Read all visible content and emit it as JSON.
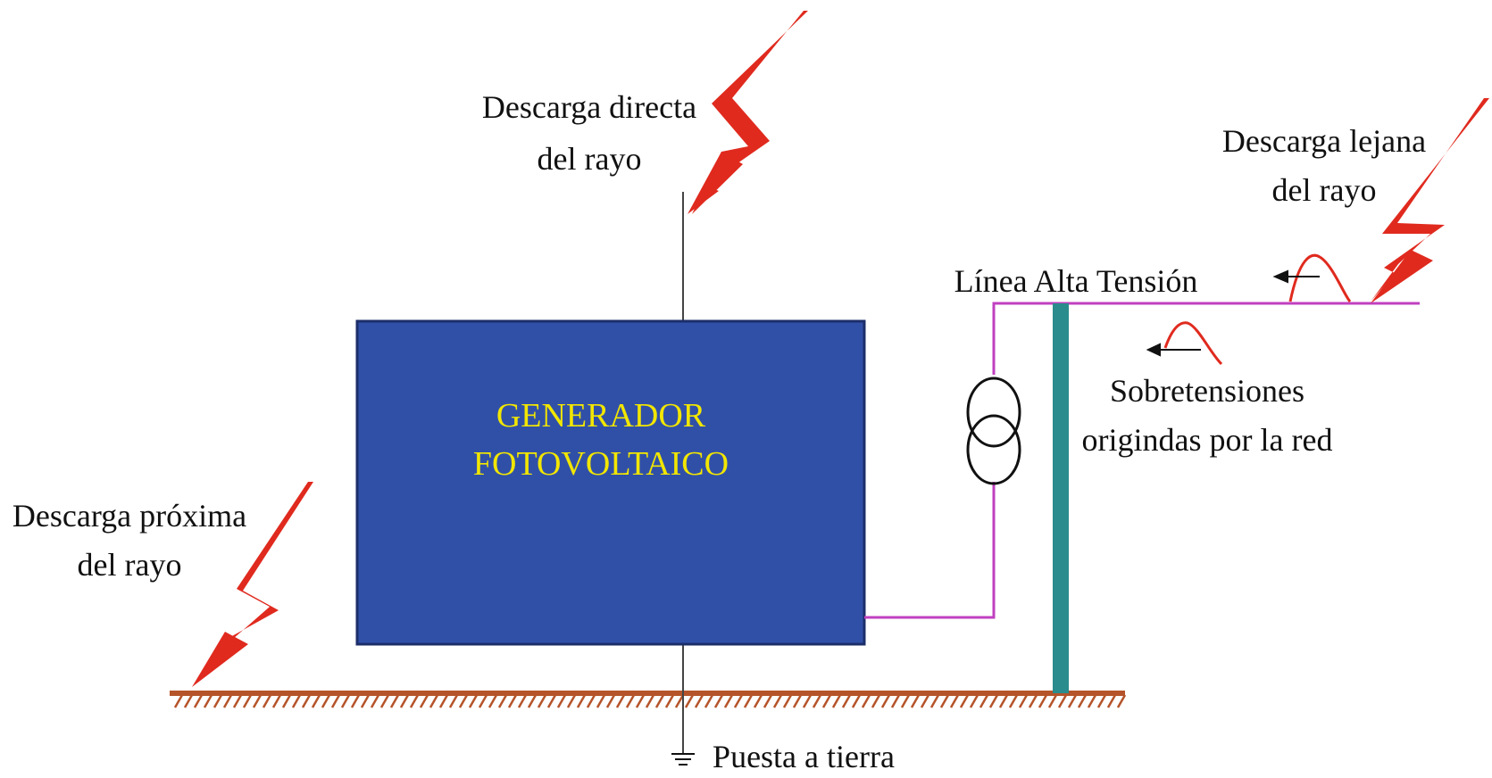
{
  "labels": {
    "direct_strike": [
      "Descarga directa",
      "del rayo"
    ],
    "far_strike": [
      "Descarga lejana",
      "del rayo"
    ],
    "near_strike": [
      "Descarga próxima",
      "del rayo"
    ],
    "hv_line": "Línea Alta Tensión",
    "overvoltages": [
      "Sobretensiones",
      "origindas por la red"
    ],
    "grounding": "Puesta a tierra",
    "generator": [
      "GENERADOR",
      "FOTOVOLTAICO"
    ]
  },
  "colors": {
    "generator_fill": "#3050a8",
    "generator_text": "#f2e600",
    "lightning": "#e02a1e",
    "hv_line": "#c040c0",
    "pole": "#2a8c8c",
    "ground": "#b5542a",
    "wire": "#444444"
  },
  "icons": [
    "lightning-bolt-icon",
    "transformer-icon",
    "ground-symbol-icon",
    "arrow-left-icon",
    "surge-wave-icon"
  ]
}
